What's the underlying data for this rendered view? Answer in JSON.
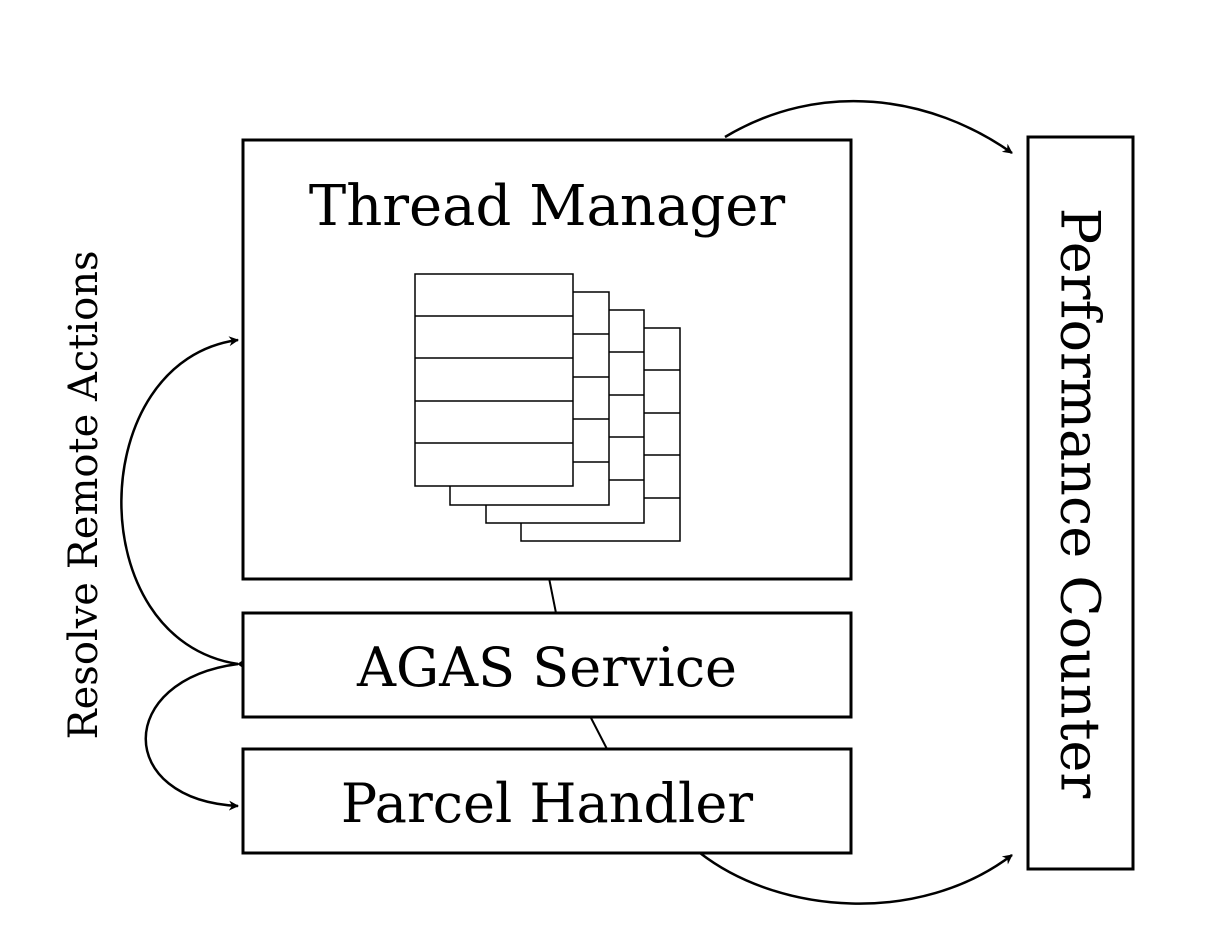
{
  "diagram": {
    "thread_manager": {
      "label": "Thread Manager"
    },
    "agas_service": {
      "label": "AGAS Service"
    },
    "parcel_handler": {
      "label": "Parcel Handler"
    },
    "performance_counter": {
      "label": "Performance Counter"
    },
    "side_label": "Resolve Remote Actions",
    "stroke_color": "#000000",
    "background_color": "#ffffff"
  }
}
